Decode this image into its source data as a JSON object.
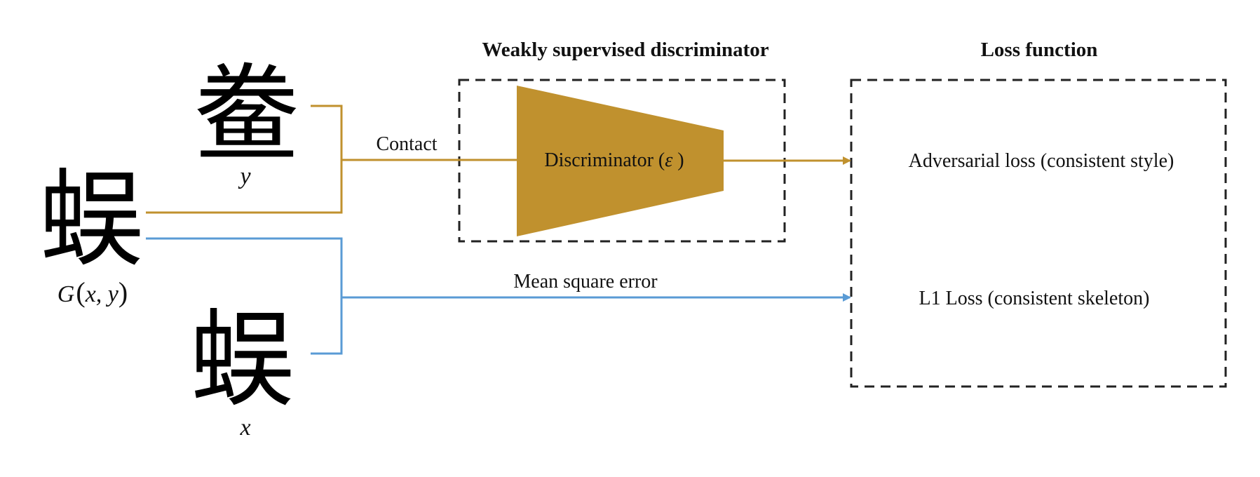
{
  "colors": {
    "gold": "#C0912E",
    "blue": "#5A9BD5",
    "text": "#111111",
    "dash": "#222222"
  },
  "titles": {
    "discriminator_box": "Weakly supervised discriminator",
    "loss_box": "Loss function"
  },
  "inputs": {
    "target_char": "鲞",
    "target_label": "y",
    "generated_char": "蜈",
    "generated_label_prefix": "G",
    "generated_label_args": "x, y",
    "source_char": "蜈",
    "source_label": "x"
  },
  "edges": {
    "contact_label": "Contact",
    "mse_label": "Mean square error"
  },
  "discriminator": {
    "label": "Discriminator (",
    "symbol": "ε",
    "close": " )"
  },
  "losses": {
    "adversarial": "Adversarial loss (consistent style)",
    "l1": "L1 Loss (consistent skeleton)"
  }
}
